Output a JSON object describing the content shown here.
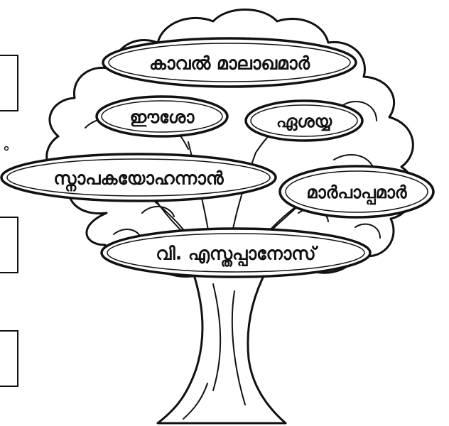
{
  "tree_labels": {
    "guardian_angels": "കാവൽ മാലാഖമാർ",
    "eesho": "ഈശോ",
    "eshaya": "ഏശയ്യ",
    "john_the_baptist": "സ്നാപകയോഹന്നാൻ",
    "popes": "മാർപാപ്പമാർ",
    "st_stephen": "വി. എസ്തപ്പാനോസ്"
  },
  "colors": {
    "ink": "#111111",
    "background": "#ffffff"
  }
}
